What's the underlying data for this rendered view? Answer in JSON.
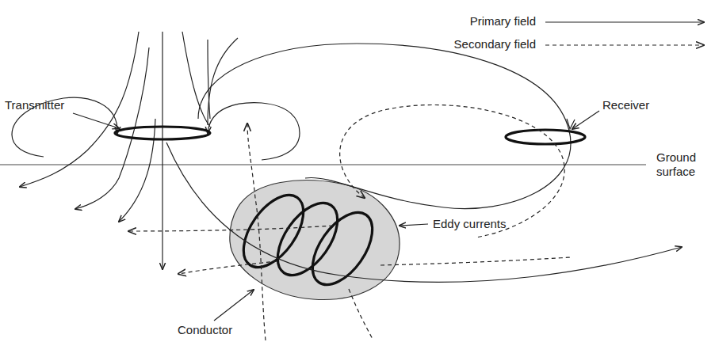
{
  "diagram": {
    "labels": [
      "Transmitter",
      "Receiver",
      "Ground surface",
      "Eddy currents",
      "Conductor"
    ],
    "legend": [
      {
        "text": "Primary field"
      },
      {
        "text": "Secondary field"
      }
    ]
  }
}
